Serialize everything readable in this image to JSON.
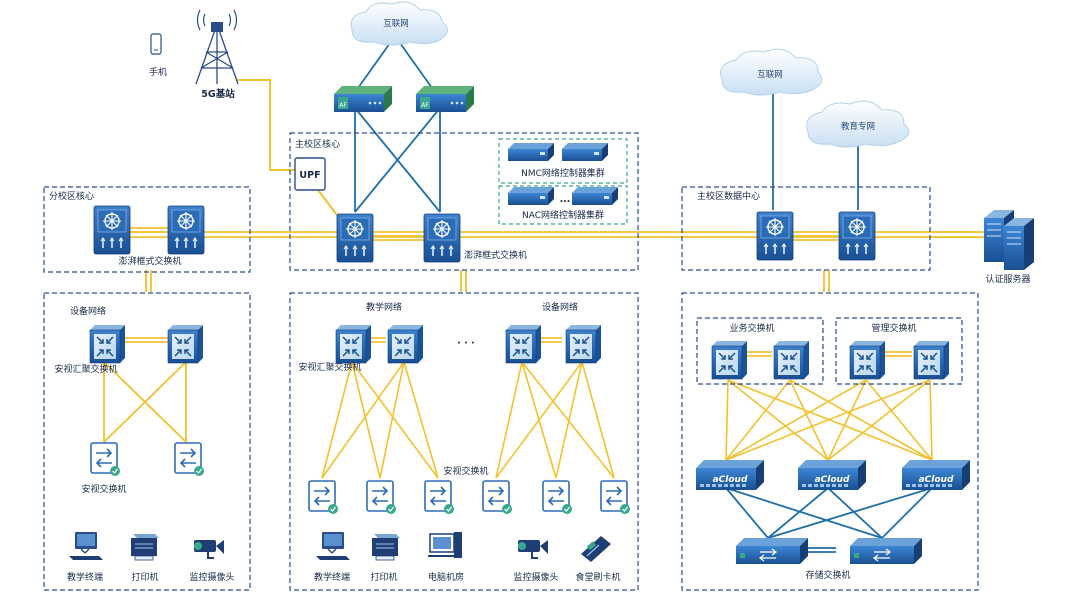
{
  "clouds": {
    "internet_top": "互联网",
    "internet_right": "互联网",
    "education_net": "教育专网"
  },
  "top": {
    "phone": "手机",
    "base_station": "5G基站",
    "upf": "UPF",
    "firewall_tag": "AF"
  },
  "main_core": {
    "title": "主校区核心",
    "switch_label": "澎湃框式交换机",
    "nmc_cluster": "NMC网络控制器集群",
    "nac_cluster": "NAC网络控制器集群",
    "ellipsis": "..."
  },
  "branch_core": {
    "title": "分校区核心",
    "switch_label": "澎湃框式交换机"
  },
  "datacenter": {
    "title": "主校区数据中心",
    "auth_server": "认证服务器"
  },
  "branch_area": {
    "device_net": "设备网络",
    "agg_switch": "安视汇聚交换机",
    "access_switch": "安视交换机",
    "terminal": "教学终端",
    "printer": "打印机",
    "camera": "监控摄像头"
  },
  "main_area": {
    "teaching_net": "教学网络",
    "device_net": "设备网络",
    "agg_switch": "安视汇聚交换机",
    "dots": "· · ·",
    "access_switch": "安视交换机",
    "terminal": "教学终端",
    "printer": "打印机",
    "computer_room": "电脑机房",
    "camera": "监控摄像头",
    "card_reader": "食堂刷卡机"
  },
  "dc_area": {
    "business_switch": "业务交换机",
    "management_switch": "管理交换机",
    "acloud": "aCloud",
    "storage_switch": "存储交换机"
  },
  "colors": {
    "link_yellow": "#f2c12e",
    "link_blue": "#1e6fa8",
    "dash_blue": "#2a4d8a",
    "dash_teal": "#3aa88e",
    "device_blue": "#1f5fa8"
  }
}
